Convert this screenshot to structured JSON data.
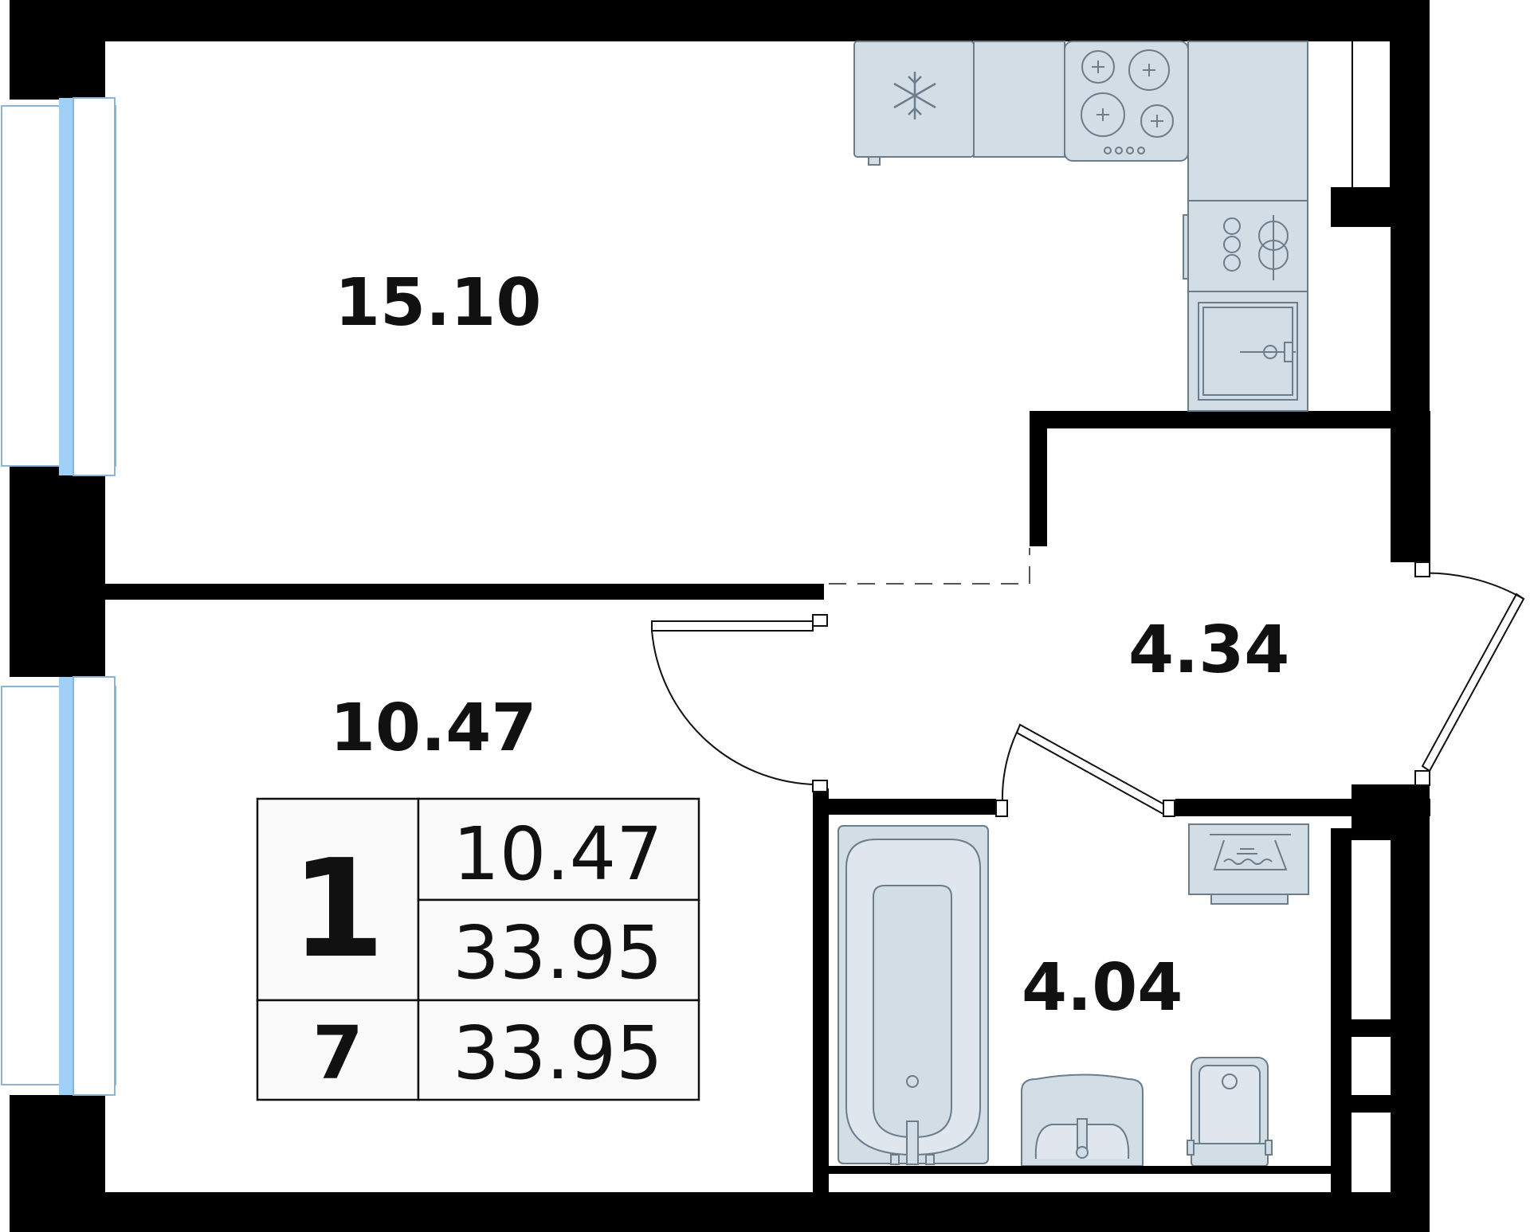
{
  "rooms": {
    "living_kitchen": {
      "area": "15.10"
    },
    "bedroom": {
      "area": "10.47"
    },
    "hallway": {
      "area": "4.34"
    },
    "bathroom": {
      "area": "4.04"
    }
  },
  "summary_table": {
    "rooms_count": "1",
    "floor": "7",
    "living_area": "10.47",
    "total_area": "33.95",
    "total_area_2": "33.95"
  },
  "colors": {
    "wall": "#000000",
    "fixture_fill": "#d3dde6",
    "fixture_stroke": "#6b7c8a",
    "window_glass": "#9fd0f5",
    "window_frame": "#8ab4d8"
  },
  "icons": [
    "snowflake-icon",
    "stove-icon",
    "washing-machine-icon",
    "sink-icon",
    "bathtub-icon",
    "toilet-icon",
    "dryer-icon"
  ]
}
